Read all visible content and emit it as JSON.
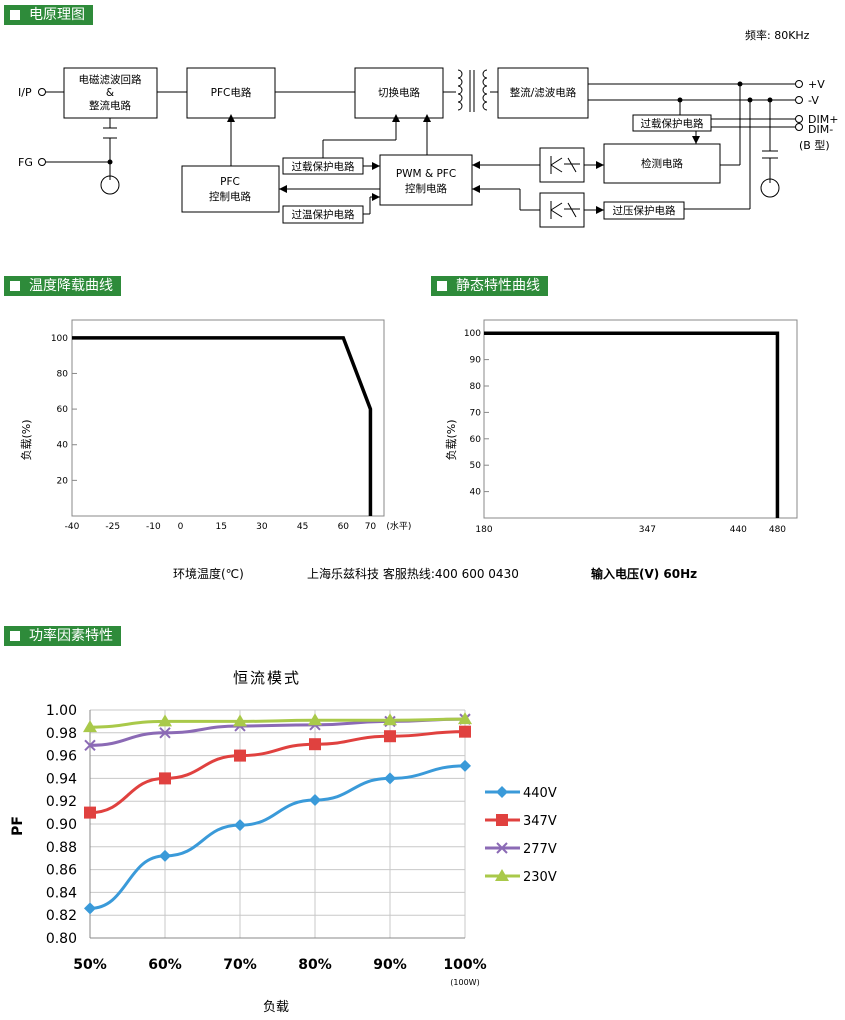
{
  "sections": {
    "schematic": "电原理图",
    "derating": "温度降载曲线",
    "static": "静态特性曲线",
    "pf": "功率因素特性"
  },
  "schematic": {
    "frequency": "频率: 80KHz",
    "terminals": {
      "ip": "I/P",
      "fg": "FG",
      "vplus": "+V",
      "vminus": "-V",
      "dimplus": "DIM+",
      "dimminus": "DIM-",
      "btype": "(B 型)"
    },
    "blocks": {
      "emi_line1": "电磁滤波回路",
      "emi_line2": "&",
      "emi_line3": "整流电路",
      "pfc": "PFC电路",
      "switch": "切换电路",
      "rectify": "整流/滤波电路",
      "pfc_ctrl_line1": "PFC",
      "pfc_ctrl_line2": "控制电路",
      "pwm_line1": "PWM & PFC",
      "pwm_line2": "控制电路",
      "detect": "检测电路",
      "overload": "过载保护电路",
      "overload_left": "过载保护电路",
      "overtemp": "过温保护电路",
      "overvolt": "过压保护电路"
    }
  },
  "derating": {
    "ylabel": "负载(%)",
    "xlabel": "环境温度(℃)",
    "xunit": "(水平)",
    "xticks": [
      "-40",
      "-25",
      "-10",
      "0",
      "15",
      "30",
      "45",
      "60",
      "70"
    ],
    "yticks": [
      "20",
      "40",
      "60",
      "80",
      "100"
    ]
  },
  "static": {
    "ylabel": "负载(%)",
    "xlabel": "输入电压(V) 60Hz",
    "xticks": [
      "180",
      "347",
      "440",
      "480"
    ],
    "yticks": [
      "40",
      "50",
      "60",
      "70",
      "80",
      "90",
      "100"
    ]
  },
  "hotline": "上海乐兹科技 客服热线:400 600 0430",
  "chart_data": [
    {
      "type": "line",
      "ylabel": "负载(%)",
      "xlabel": "环境温度(℃)",
      "x": [
        -40,
        60,
        70,
        70
      ],
      "y": [
        100,
        100,
        60,
        0
      ],
      "xlim": [
        -40,
        75
      ],
      "ylim": [
        0,
        110
      ],
      "grid": false
    },
    {
      "type": "line",
      "ylabel": "负载(%)",
      "xlabel": "输入电压(V) 60Hz",
      "x": [
        180,
        480,
        480
      ],
      "y": [
        100,
        100,
        30
      ],
      "xlim": [
        180,
        500
      ],
      "ylim": [
        30,
        105
      ],
      "grid": false
    },
    {
      "type": "line",
      "title": "恒流模式",
      "xlabel": "负载",
      "ylabel": "PF",
      "categories": [
        "50%",
        "60%",
        "70%",
        "80%",
        "90%",
        "100%"
      ],
      "x_note": "(100W)",
      "ylim": [
        0.8,
        1.0
      ],
      "yticks": [
        "0.80",
        "0.82",
        "0.84",
        "0.86",
        "0.88",
        "0.90",
        "0.92",
        "0.94",
        "0.96",
        "0.98",
        "1.00"
      ],
      "grid": true,
      "legend": "right",
      "series": [
        {
          "name": "440V",
          "color": "#3a9ad9",
          "marker": "diamond",
          "values": [
            0.826,
            0.872,
            0.899,
            0.921,
            0.94,
            0.951
          ]
        },
        {
          "name": "347V",
          "color": "#e0413f",
          "marker": "square",
          "values": [
            0.91,
            0.94,
            0.96,
            0.97,
            0.977,
            0.981
          ]
        },
        {
          "name": "277V",
          "color": "#8b6ab5",
          "marker": "x",
          "values": [
            0.969,
            0.98,
            0.986,
            0.987,
            0.99,
            0.992
          ]
        },
        {
          "name": "230V",
          "color": "#a9c94a",
          "marker": "triangle",
          "values": [
            0.985,
            0.99,
            0.99,
            0.991,
            0.991,
            0.992
          ]
        }
      ]
    }
  ]
}
